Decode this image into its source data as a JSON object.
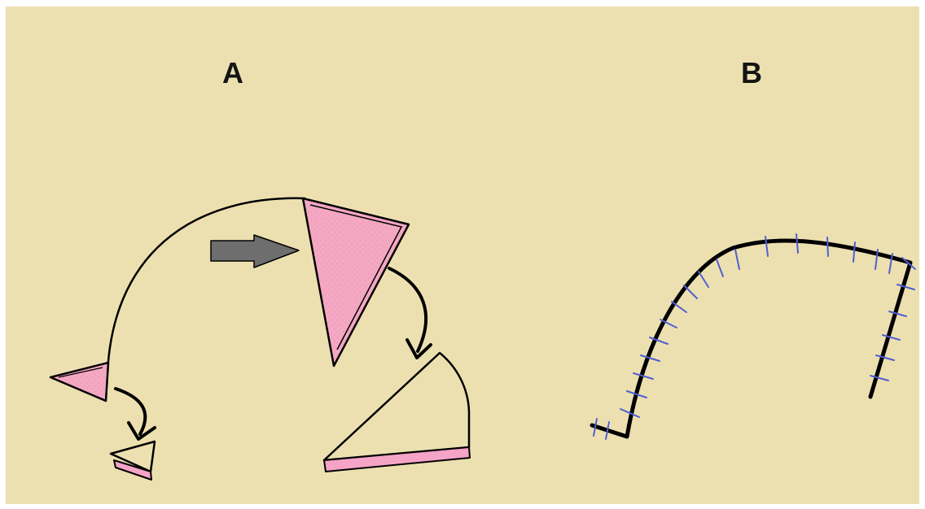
{
  "diagram": {
    "panels": [
      {
        "id": "A",
        "label": "A"
      },
      {
        "id": "B",
        "label": "B"
      }
    ],
    "colors": {
      "background": "#ede0b0",
      "flap_fill": "#f2a6c4",
      "flap_strip": "#f5a3c7",
      "outline": "#000000",
      "arrow_gray": "#6e6e6e",
      "suture": "#4f5fd0",
      "border": "#ffffff"
    }
  }
}
